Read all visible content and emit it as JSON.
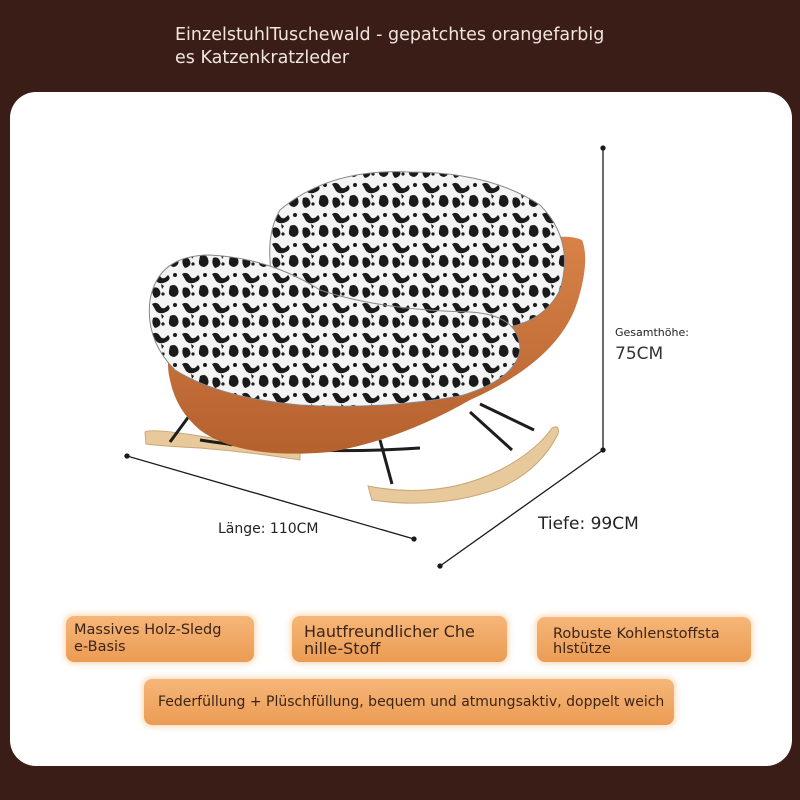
{
  "header": {
    "title_line1": "EinzelstuhlTuschewald - gepatchtes orangefarbig",
    "title_line2": "es Katzenkratzleder"
  },
  "dimensions": {
    "height_label": "Gesamthöhe:",
    "height_value": "75CM",
    "length_label": "Länge: 110CM",
    "depth_label": "Tiefe: 99CM"
  },
  "features": {
    "f1_line1": "Massives Holz-Sledg",
    "f1_line2": "e-Basis",
    "f2_line1": "Hautfreundlicher Che",
    "f2_line2": "nille-Stoff",
    "f3_line1": "Robuste Kohlenstoffsta",
    "f3_line2": "hlstütze",
    "f4": "Federfüllung + Plüschfüllung, bequem und atmungsaktiv, doppelt weich"
  },
  "colors": {
    "background": "#3a1d16",
    "panel": "#ffffff",
    "leather": "#c8703a",
    "wood": "#e7c99c",
    "badge": "#f0a35e"
  }
}
